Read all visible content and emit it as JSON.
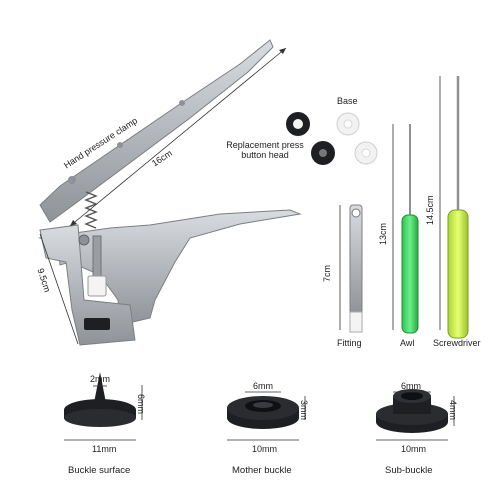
{
  "tool": {
    "name_label": "Hand pressure clamp",
    "length_label": "16cm",
    "height_label": "9.5cm"
  },
  "parts": {
    "base_label": "Base",
    "replacement_label_line1": "Replacement press",
    "replacement_label_line2": "button head"
  },
  "accessories": {
    "fitting_label": "Fitting",
    "fitting_size": "7cm",
    "awl_label": "Awl",
    "awl_size": "13cm",
    "screwdriver_label": "Screwdriver",
    "screwdriver_size": "14.5cm"
  },
  "buckles": [
    {
      "name": "Buckle surface",
      "top_dim": "2mm",
      "side_dim": "6mm",
      "bottom_dim": "11mm"
    },
    {
      "name": "Mother buckle",
      "top_dim": "6mm",
      "side_dim": "3mm",
      "bottom_dim": "10mm"
    },
    {
      "name": "Sub-buckle",
      "top_dim": "6mm",
      "side_dim": "4mm",
      "bottom_dim": "10mm"
    }
  ],
  "colors": {
    "metal": "#b8bcc1",
    "metal_dark": "#8e9298",
    "black_part": "#1e1f22",
    "green": "#4cd964",
    "lime": "#c8f04a"
  }
}
